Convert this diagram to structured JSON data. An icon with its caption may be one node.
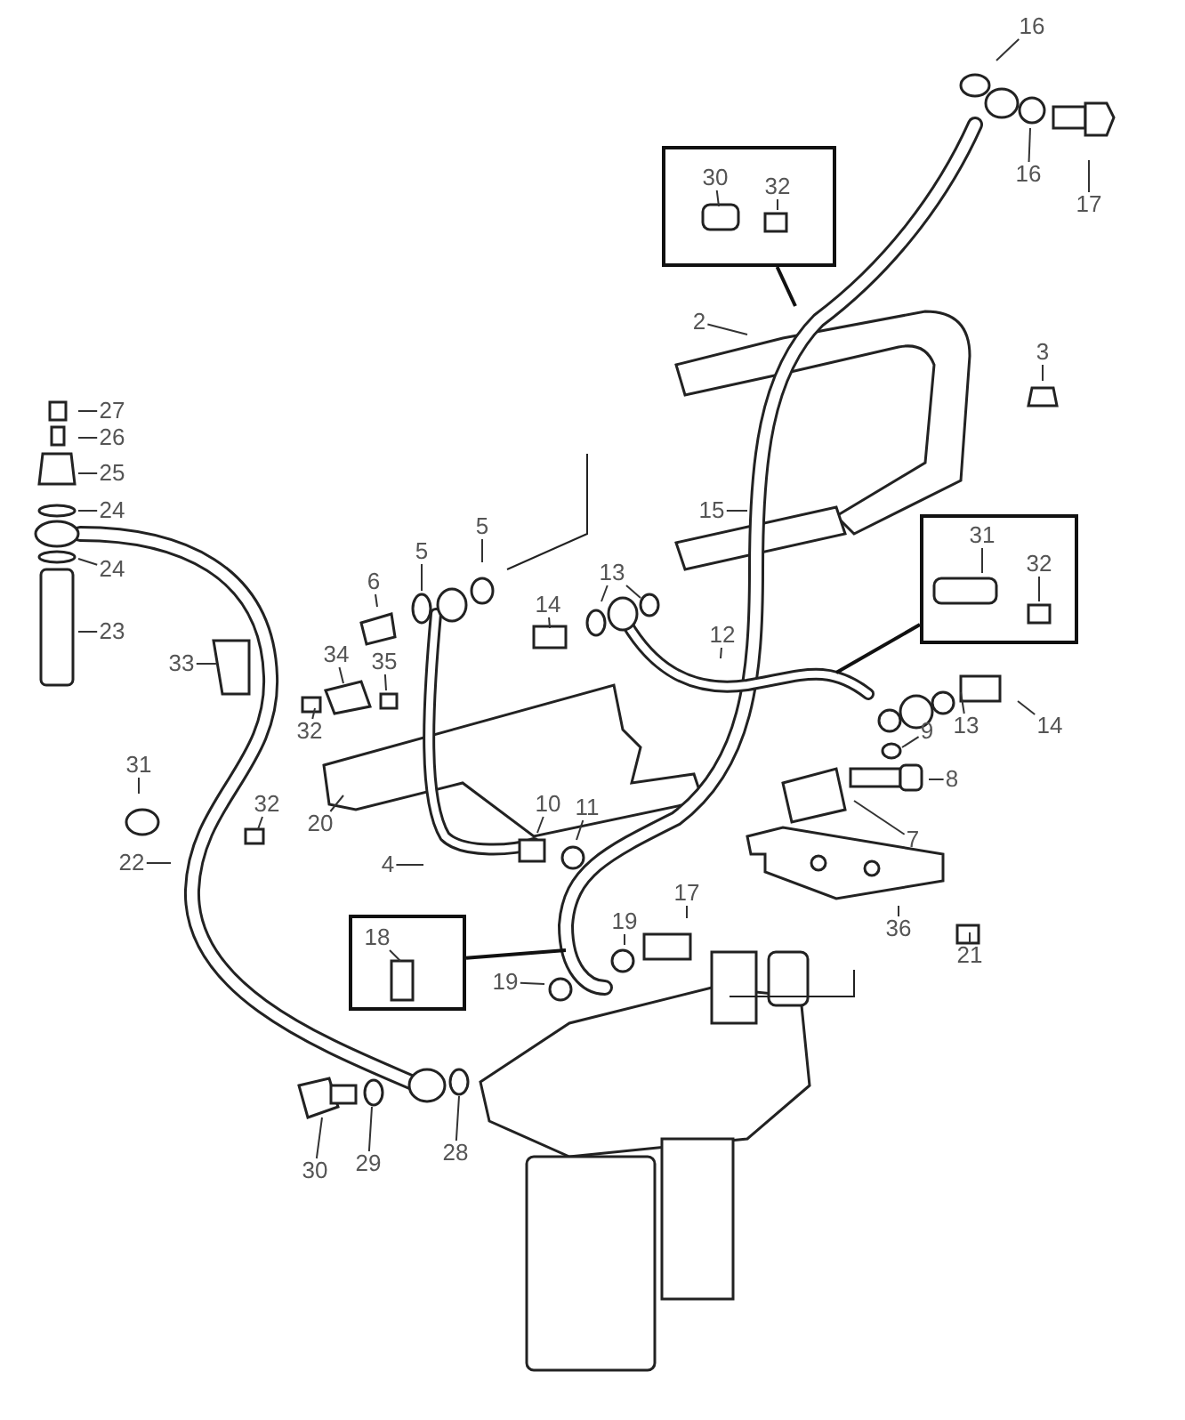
{
  "diagram": {
    "nodes": [
      {
        "text": [],
        "shape": "box"
      },
      {
        "text": [
          "30"
        ],
        "in": 0
      },
      {
        "text": [
          "32"
        ],
        "in": 0
      },
      {
        "text": [
          "16"
        ]
      },
      {
        "text": [
          "16"
        ]
      },
      {
        "text": [
          "17"
        ]
      },
      {
        "text": [
          "2"
        ]
      },
      {
        "text": [
          "3"
        ]
      },
      {
        "text": [
          "27"
        ]
      },
      {
        "text": [
          "26"
        ]
      },
      {
        "text": [
          "25"
        ]
      },
      {
        "text": [
          "24"
        ]
      },
      {
        "text": [
          "24"
        ]
      },
      {
        "text": [
          "23"
        ]
      },
      {
        "text": [
          "15"
        ]
      },
      {
        "text": [],
        "shape": "box"
      },
      {
        "text": [
          "31"
        ],
        "in": 15
      },
      {
        "text": [
          "32"
        ],
        "in": 15
      },
      {
        "text": [
          "5"
        ]
      },
      {
        "text": [
          "5"
        ]
      },
      {
        "text": [
          "6"
        ]
      },
      {
        "text": [
          "13"
        ]
      },
      {
        "text": [
          "14"
        ]
      },
      {
        "text": [
          "12"
        ]
      },
      {
        "text": [
          "34"
        ]
      },
      {
        "text": [
          "35"
        ]
      },
      {
        "text": [
          "33"
        ]
      },
      {
        "text": [
          "13"
        ]
      },
      {
        "text": [
          "14"
        ]
      },
      {
        "text": [
          "32"
        ]
      },
      {
        "text": [
          "9"
        ]
      },
      {
        "text": [
          "31"
        ]
      },
      {
        "text": [
          "8"
        ]
      },
      {
        "text": [
          "32"
        ]
      },
      {
        "text": [
          "10"
        ]
      },
      {
        "text": [
          "11"
        ]
      },
      {
        "text": [
          "20"
        ]
      },
      {
        "text": [
          "7"
        ]
      },
      {
        "text": [
          "22"
        ]
      },
      {
        "text": [
          "4"
        ]
      },
      {
        "text": [
          "17"
        ]
      },
      {
        "text": [],
        "shape": "box"
      },
      {
        "text": [
          "18"
        ],
        "in": 41
      },
      {
        "text": [
          "19"
        ]
      },
      {
        "text": [
          "36"
        ]
      },
      {
        "text": [
          "21"
        ]
      },
      {
        "text": [
          "19"
        ]
      },
      {
        "text": [
          "28"
        ]
      },
      {
        "text": [
          "29"
        ]
      },
      {
        "text": [
          "30"
        ]
      }
    ],
    "edges": [
      {
        "from": 0,
        "to": null,
        "arrow": "none"
      },
      {
        "from": 1,
        "to": null,
        "arrow": "none"
      },
      {
        "from": 2,
        "to": null,
        "arrow": "none"
      },
      {
        "from": 3,
        "to": null,
        "arrow": "none"
      },
      {
        "from": 4,
        "to": null,
        "arrow": "none"
      },
      {
        "from": 5,
        "to": null,
        "arrow": "none"
      },
      {
        "from": 6,
        "to": null,
        "arrow": "none"
      },
      {
        "from": 7,
        "to": null,
        "arrow": "none"
      },
      {
        "from": 8,
        "to": null,
        "arrow": "none"
      },
      {
        "from": 9,
        "to": null,
        "arrow": "none"
      },
      {
        "from": 10,
        "to": null,
        "arrow": "none"
      },
      {
        "from": 11,
        "to": null,
        "arrow": "none"
      },
      {
        "from": 12,
        "to": null,
        "arrow": "none"
      },
      {
        "from": 13,
        "to": null,
        "arrow": "none"
      },
      {
        "from": 14,
        "to": null,
        "arrow": "none"
      },
      {
        "from": 15,
        "to": null,
        "arrow": "none"
      },
      {
        "from": 16,
        "to": null,
        "arrow": "none"
      },
      {
        "from": 17,
        "to": null,
        "arrow": "none"
      },
      {
        "from": 18,
        "to": null,
        "arrow": "none"
      },
      {
        "from": 19,
        "to": null,
        "arrow": "none"
      },
      {
        "from": 20,
        "to": null,
        "arrow": "none"
      },
      {
        "from": 21,
        "to": null,
        "arrow": "none"
      },
      {
        "from": 21,
        "to": null,
        "arrow": "none"
      },
      {
        "from": 22,
        "to": null,
        "arrow": "none"
      },
      {
        "from": 23,
        "to": null,
        "arrow": "none"
      },
      {
        "from": 24,
        "to": null,
        "arrow": "none"
      },
      {
        "from": 25,
        "to": null,
        "arrow": "none"
      },
      {
        "from": 26,
        "to": null,
        "arrow": "none"
      },
      {
        "from": 27,
        "to": null,
        "arrow": "none"
      },
      {
        "from": 28,
        "to": null,
        "arrow": "none"
      },
      {
        "from": 29,
        "to": null,
        "arrow": "none"
      },
      {
        "from": 30,
        "to": null,
        "arrow": "none"
      },
      {
        "from": 31,
        "to": null,
        "arrow": "none"
      },
      {
        "from": 32,
        "to": null,
        "arrow": "none"
      },
      {
        "from": 33,
        "to": null,
        "arrow": "none"
      },
      {
        "from": 34,
        "to": null,
        "arrow": "none"
      },
      {
        "from": 35,
        "to": null,
        "arrow": "none"
      },
      {
        "from": 36,
        "to": null,
        "arrow": "none"
      },
      {
        "from": 37,
        "to": null,
        "arrow": "none"
      },
      {
        "from": 38,
        "to": null,
        "arrow": "none"
      },
      {
        "from": 39,
        "to": null,
        "arrow": "none"
      },
      {
        "from": 40,
        "to": null,
        "arrow": "none"
      },
      {
        "from": 41,
        "to": null,
        "arrow": "none"
      },
      {
        "from": 42,
        "to": null,
        "arrow": "none"
      },
      {
        "from": 43,
        "to": null,
        "arrow": "none"
      },
      {
        "from": 44,
        "to": null,
        "arrow": "none"
      },
      {
        "from": 45,
        "to": null,
        "arrow": "none"
      },
      {
        "from": 46,
        "to": null,
        "arrow": "none"
      },
      {
        "from": 47,
        "to": null,
        "arrow": "none"
      },
      {
        "from": 48,
        "to": null,
        "arrow": "none"
      },
      {
        "from": 49,
        "to": null,
        "arrow": "none"
      }
    ]
  }
}
